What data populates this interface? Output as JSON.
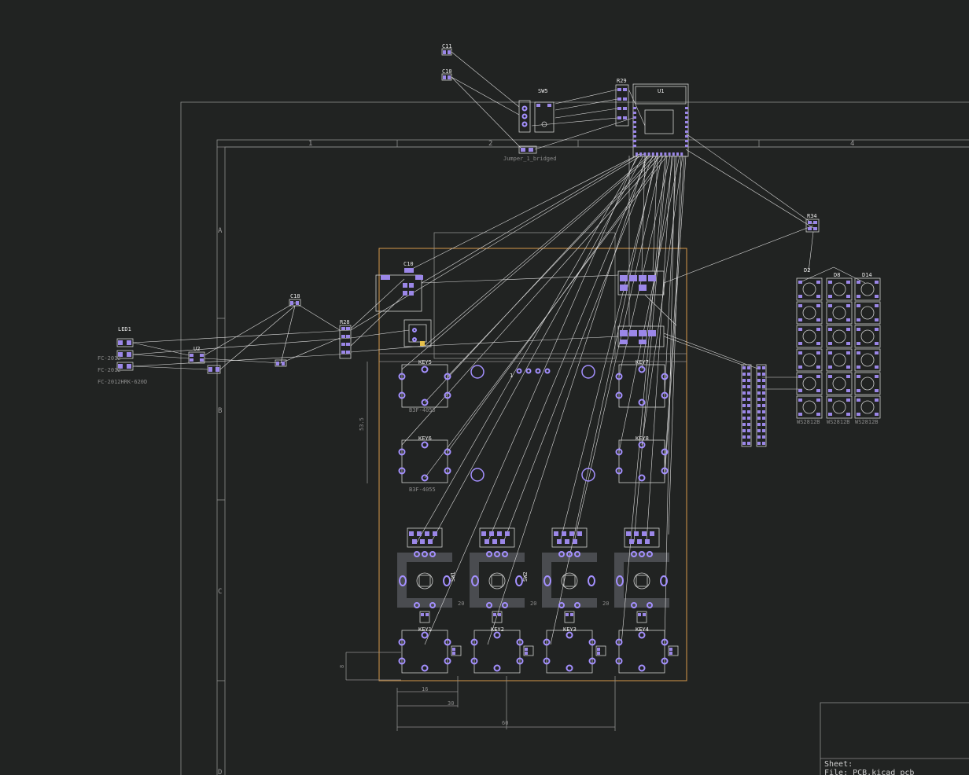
{
  "app": {
    "sheet_label": "Sheet:",
    "file_label": "File: PCB.kicad_pcb"
  },
  "frame": {
    "col_markers": [
      "1",
      "2",
      "4"
    ],
    "row_markers": [
      "A",
      "B",
      "C",
      "D"
    ]
  },
  "colors": {
    "background": "#212322",
    "pad": "#9b87e8",
    "board_edge": "#d89a4a",
    "ratsnest": "#dcdcdc",
    "slot": "#4a4c50"
  },
  "components": {
    "c_top1": "C11",
    "c_top2": "C10",
    "sw5": "SW5",
    "jumper": "Jumper_1_bridged",
    "r29": "R29",
    "u1": "U1",
    "r34": "R34",
    "led1": "LED1",
    "led_fp1": "FC-2012",
    "led_fp2": "FC-2012",
    "led_fp3": "FC-2012HRK-620D",
    "u2": "U2",
    "c18": "C18",
    "r28": "R28",
    "c10b": "C10",
    "key5": "KEY5",
    "key6": "KEY6",
    "key7": "KEY7",
    "key8": "KEY8",
    "key1": "KEY1",
    "key2": "KEY2",
    "key3": "KEY3",
    "key4": "KEY4",
    "b3f_1": "B3F-4055",
    "b3f_2": "B3F-4055",
    "sw1": "SW1",
    "sw2": "SW2",
    "d2": "D2",
    "d8": "D8",
    "d14": "D14",
    "ws1": "WS2812B",
    "ws2": "WS2812B",
    "ws3": "WS2812B",
    "one": "1"
  },
  "dimensions": {
    "d_30": "30",
    "d_60": "60",
    "d_16": "16",
    "d_20a": "20",
    "d_20b": "20",
    "d_20c": "20",
    "d_535": "53.5",
    "d_8": "8"
  }
}
